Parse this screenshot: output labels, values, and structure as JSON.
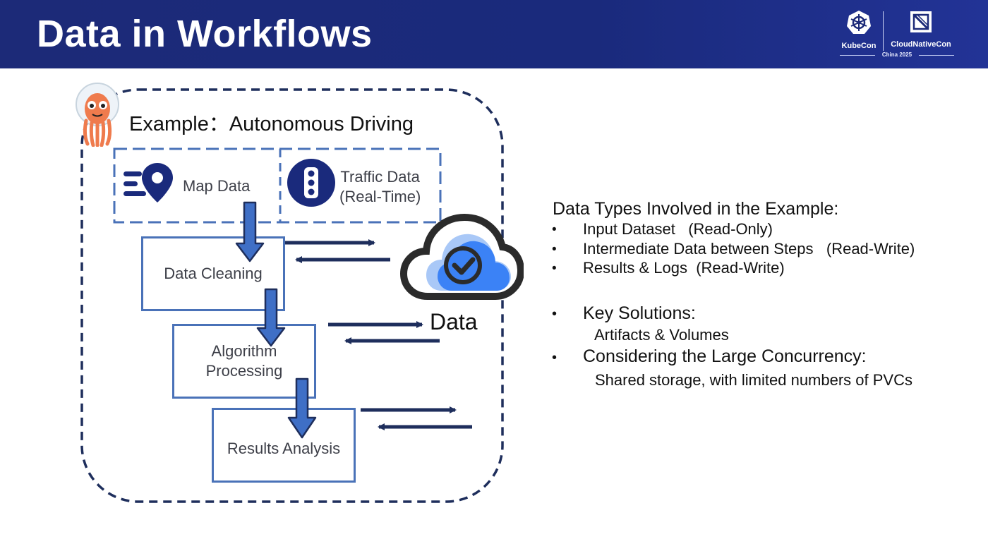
{
  "header": {
    "title": "Data in Workflows",
    "logos": {
      "left": "KubeCon",
      "right": "CloudNativeCon",
      "sub": "China 2025"
    }
  },
  "diagram": {
    "example_title": "Example：Autonomous Driving",
    "map_data_label": "Map Data",
    "traffic_data_label": "Traffic Data\n(Real-Time)",
    "traffic_data_line1": "Traffic Data",
    "traffic_data_line2": "(Real-Time)",
    "data_cleaning_label": "Data Cleaning",
    "algo_line1": "Algorithm",
    "algo_line2": "Processing",
    "results_label": "Results Analysis",
    "cloud_label": "Data"
  },
  "info": {
    "heading": "Data Types Involved in the Example:",
    "items": [
      "Input Dataset   (Read-Only)",
      "Intermediate Data between Steps   (Read-Write)",
      "Results & Logs  (Read-Write)"
    ],
    "key_solutions_heading": "Key Solutions:",
    "key_solutions_detail": "Artifacts & Volumes",
    "concurrency_heading": "Considering the Large Concurrency:",
    "concurrency_detail": "Shared storage, with limited numbers of PVCs"
  },
  "colors": {
    "header_bg": "#1c2a78",
    "box_border": "#4a72b8",
    "arrow_fill": "#3f6fc6",
    "arrow_dark": "#1e2e5c",
    "cloud_blue": "#3b82f6"
  }
}
